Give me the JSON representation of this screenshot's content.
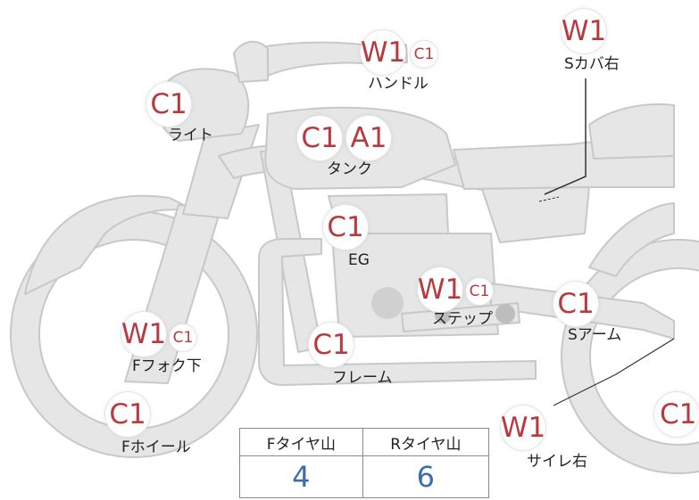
{
  "badges": {
    "handle_w": "W1",
    "handle_c": "C1",
    "scover_w": "W1",
    "light_c": "C1",
    "tank_c": "C1",
    "tank_a": "A1",
    "eg_c": "C1",
    "step_w": "W1",
    "step_c": "C1",
    "sarm_c": "C1",
    "ffork_w": "W1",
    "ffork_c": "C1",
    "frame_c": "C1",
    "fwheel_c": "C1",
    "silencer_w": "W1",
    "rwheel_c": "C1"
  },
  "labels": {
    "handle": "ハンドル",
    "scover": "Sカバ右",
    "light": "ライト",
    "tank": "タンク",
    "eg": "EG",
    "step": "ステップ",
    "sarm": "Sアーム",
    "ffork": "Fフォク下",
    "frame": "フレーム",
    "fwheel": "Fホイール",
    "silencer": "サイレ右"
  },
  "tread_table": {
    "headers": [
      "Fタイヤ山",
      "Rタイヤ山"
    ],
    "values": [
      "4",
      "6"
    ]
  }
}
